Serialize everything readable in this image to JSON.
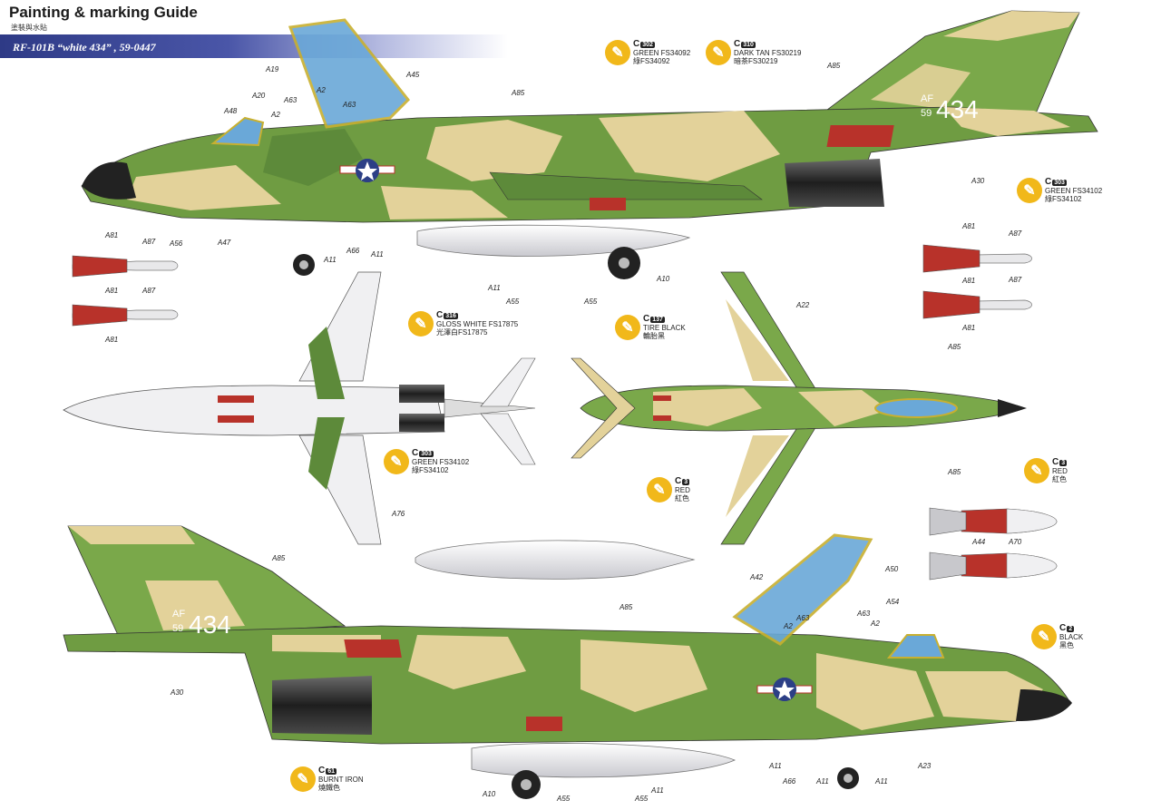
{
  "header": {
    "title": "Painting & marking Guide",
    "subtitle": "塗裝與水貼",
    "banner": "RF-101B “white 434” , 59-0447"
  },
  "aircraft_markings": {
    "tail_code": "AF",
    "tail_number": "59",
    "serial": "434"
  },
  "paints": [
    {
      "id": "c302",
      "prefix": "C",
      "code": "302",
      "name": "GREEN FS34092",
      "cn": "綠FS34092"
    },
    {
      "id": "c310",
      "prefix": "C",
      "code": "310",
      "name": "DARK TAN FS30219",
      "cn": "暗茶FS30219"
    },
    {
      "id": "c303",
      "prefix": "C",
      "code": "303",
      "name": "GREEN FS34102",
      "cn": "綠FS34102"
    },
    {
      "id": "c316",
      "prefix": "C",
      "code": "316",
      "name": "GLOSS WHITE FS17875",
      "cn": "光澤白FS17875"
    },
    {
      "id": "c137",
      "prefix": "C",
      "code": "137",
      "name": "TIRE BLACK",
      "cn": "輪胎黑"
    },
    {
      "id": "c303b",
      "prefix": "C",
      "code": "303",
      "name": "GREEN FS34102",
      "cn": "綠FS34102"
    },
    {
      "id": "c3",
      "prefix": "C",
      "code": "3",
      "name": "RED",
      "cn": "紅色"
    },
    {
      "id": "c3b",
      "prefix": "C",
      "code": "3",
      "name": "RED",
      "cn": "紅色"
    },
    {
      "id": "c2",
      "prefix": "C",
      "code": "2",
      "name": "BLACK",
      "cn": "黑色"
    },
    {
      "id": "c61",
      "prefix": "C",
      "code": "61",
      "name": "BURNT IRON",
      "cn": "燒鐵色"
    }
  ],
  "decal_labels": {
    "A19": "A19",
    "A45": "A45",
    "A20": "A20",
    "A48": "A48",
    "A63": "A63",
    "A2": "A2",
    "A85": "A85",
    "A30": "A30",
    "A47": "A47",
    "A56": "A56",
    "A66": "A66",
    "A11": "A11",
    "A55": "A55",
    "A10": "A10",
    "A81": "A81",
    "A87": "A87",
    "A22": "A22",
    "A76": "A76",
    "A42": "A42",
    "A50": "A50",
    "A54": "A54",
    "A44": "A44",
    "A70": "A70",
    "A23": "A23"
  },
  "colors": {
    "green_dark": "#5d8a3a",
    "green_light": "#7aa84a",
    "tan": "#e3d29a",
    "red": "#b8322a",
    "burnt_iron": "#3b3b3b",
    "white": "#f0f0f2",
    "canopy": "#6aa8d8",
    "brush": "#f1b81a",
    "banner": "#2e3a86"
  }
}
